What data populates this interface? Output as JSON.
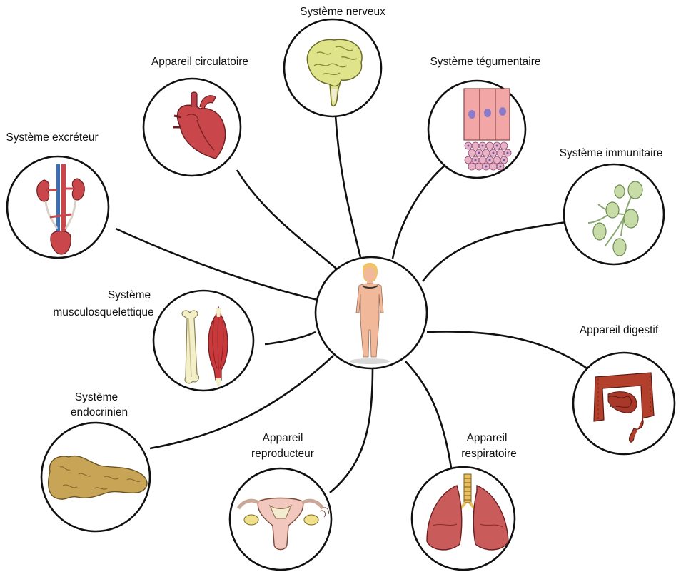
{
  "labels": {
    "nerveux": "Système nerveux",
    "circulatoire": "Appareil circulatoire",
    "tegumentaire": "Système tégumentaire",
    "excreteur": "Système excréteur",
    "immunitaire": "Système immunitaire",
    "musculo_1": "Système",
    "musculo_2": "musculosquelettique",
    "digestif": "Appareil digestif",
    "endocrinien_1": "Système",
    "endocrinien_2": "endocrinien",
    "reproducteur_1": "Appareil",
    "reproducteur_2": "reproducteur",
    "respiratoire_1": "Appareil",
    "respiratoire_2": "respiratoire"
  },
  "icons": {
    "center": "human-body-icon",
    "nerveux": "brain-icon",
    "circulatoire": "heart-icon",
    "tegumentaire": "skin-cells-icon",
    "excreteur": "kidneys-bladder-icon",
    "immunitaire": "lymph-nodes-icon",
    "musculo": "bone-muscle-icon",
    "digestif": "intestines-icon",
    "endocrinien": "pancreas-icon",
    "reproducteur": "uterus-icon",
    "respiratoire": "lungs-icon"
  },
  "colors": {
    "outline": "#111111",
    "skin": "#f2b89a",
    "brain": "#dfe48a",
    "heart": "#c9474a",
    "skin_cells": "#f2a6a6",
    "lymph": "#c8dca8",
    "muscle": "#c9383a",
    "bone": "#f3efc8",
    "intestine": "#b2402d",
    "pancreas": "#c8a457",
    "uterus": "#f2c7bd",
    "lungs": "#c95b5b"
  }
}
